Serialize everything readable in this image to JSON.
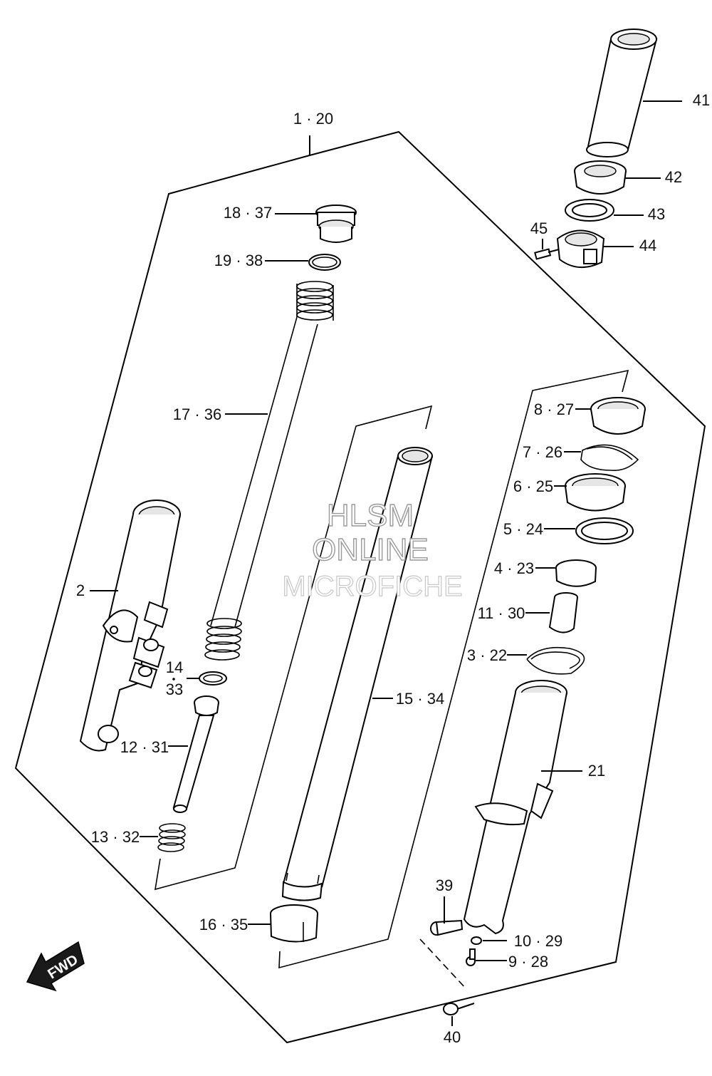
{
  "watermark": {
    "line1": "HLSM",
    "line2": "ONLINE",
    "line3": "MICROFICHE"
  },
  "fwd_arrow": {
    "text": "FWD"
  },
  "callouts": {
    "c1_20": "1 · 20",
    "c2": "2",
    "c3_22": "3 · 22",
    "c4_23": "4 · 23",
    "c5_24": "5 · 24",
    "c6_25": "6 · 25",
    "c7_26": "7 · 26",
    "c8_27": "8 · 27",
    "c9_28": "9 · 28",
    "c10_29": "10 · 29",
    "c11_30": "11 · 30",
    "c12_31": "12 · 31",
    "c13_32": "13 · 32",
    "c14": "14",
    "c33": "33",
    "c15_34": "15 · 34",
    "c16_35": "16 · 35",
    "c17_36": "17 · 36",
    "c18_37": "18 · 37",
    "c19_38": "19 · 38",
    "c21": "21",
    "c39": "39",
    "c40": "40",
    "c41": "41",
    "c42": "42",
    "c43": "43",
    "c44": "44",
    "c45": "45"
  }
}
